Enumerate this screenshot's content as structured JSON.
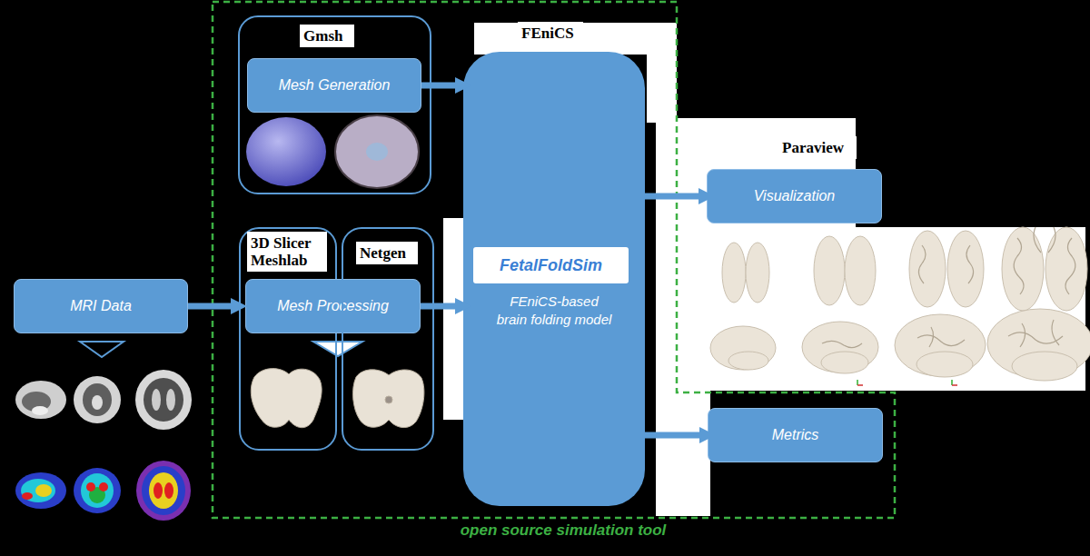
{
  "diagram": {
    "nodes": [
      {
        "text": [
          "MRI Data"
        ]
      },
      {
        "text": [
          "open source simulation tool"
        ]
      },
      {
        "text": [
          "Gmsh"
        ],
        "in": 1
      },
      {
        "text": [
          "Mesh Generation"
        ],
        "in": 2
      },
      {
        "text": [
          "3D Slicer Meshlab"
        ],
        "in": 1
      },
      {
        "text": [
          "Mesh Processing"
        ],
        "in": 4
      },
      {
        "text": [
          "Netgen"
        ],
        "in": 1
      },
      {
        "text": [
          "FEniCS",
          "FEniCS-based brain folding model"
        ],
        "in": 1
      },
      {
        "text": [
          "FetalFoldSim"
        ],
        "in": 7
      },
      {
        "text": [
          "Paraview",
          "Visualization"
        ]
      },
      {
        "text": [
          "Metrics"
        ]
      }
    ],
    "edges": [
      {
        "from": 0,
        "to": 4,
        "arrow": "to"
      },
      {
        "from": 3,
        "to": 7,
        "arrow": "to"
      },
      {
        "from": 5,
        "to": 7,
        "arrow": "to"
      },
      {
        "from": 7,
        "to": 9,
        "arrow": "to"
      },
      {
        "from": 7,
        "to": 10,
        "arrow": "to"
      }
    ]
  }
}
